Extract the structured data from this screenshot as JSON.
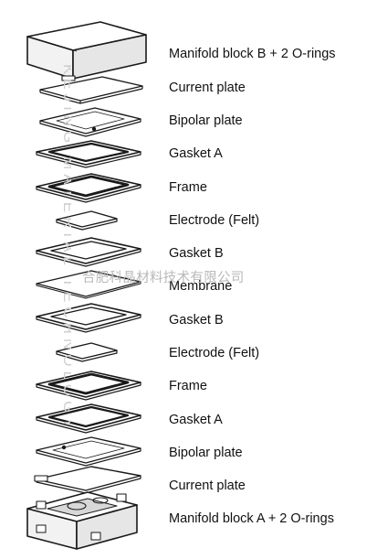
{
  "labels": [
    "Manifold block B + 2 O-rings",
    "Current plate",
    "Bipolar plate",
    "Gasket A",
    "Frame",
    "Electrode (Felt)",
    "Gasket B",
    "Membrane",
    "Gasket B",
    "Electrode (Felt)",
    "Frame",
    "Gasket A",
    "Bipolar plate",
    "Current plate",
    "Manifold block A + 2 O-rings"
  ],
  "watermark_cn": "合肥科晶材料技术有限公司",
  "watermark_en": "KEJING MATERIAL TECHNOLOGY"
}
